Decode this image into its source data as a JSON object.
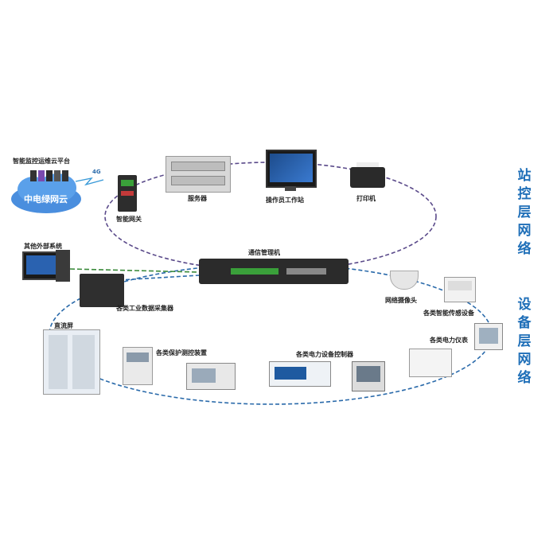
{
  "side_labels": {
    "station_layer": "站控层网络",
    "device_layer": "设备层网络"
  },
  "nodes": {
    "cloud_platform": "智能监控运维云平台",
    "cloud_brand": "中电绿网云",
    "signal_4g": "4G",
    "smart_gateway": "智能网关",
    "server": "服务器",
    "operator_station": "操作员工作站",
    "printer": "打印机",
    "comm_manager": "通信管理机",
    "external_system": "其他外部系统",
    "data_collector": "各类工业数据采集器",
    "network_camera": "网络摄像头",
    "smart_sensor": "各类智能传感设备",
    "dc_panel": "直流屏",
    "meter": "各类电力仪表",
    "protection_device": "各类保护测控装置",
    "power_controller": "各类电力设备控制器"
  },
  "colors": {
    "ring": "#5a4a8a",
    "link_green": "#3a8a3a",
    "link_blue": "#2a6aaa",
    "side_label": "#1f6fb8"
  }
}
